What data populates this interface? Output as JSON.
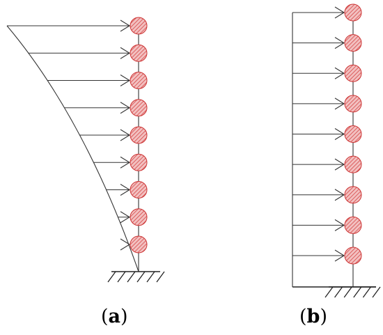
{
  "panels": [
    {
      "id": "a",
      "label_open": "(",
      "label_letter": "a",
      "label_close": ")",
      "load_profile": "parabolic",
      "floors": 9
    },
    {
      "id": "b",
      "label_open": "(",
      "label_letter": "b",
      "label_close": ")",
      "load_profile": "uniform",
      "floors": 9
    }
  ],
  "colors": {
    "line": "#333333",
    "mass_fill": "#f2c0c0",
    "mass_stroke": "#cc3333",
    "hatch": "#d64545",
    "ground": "#222222"
  },
  "icons": {
    "mass": "hatched-circle",
    "load": "arrow-right",
    "support": "fixed-ground-hatch"
  }
}
